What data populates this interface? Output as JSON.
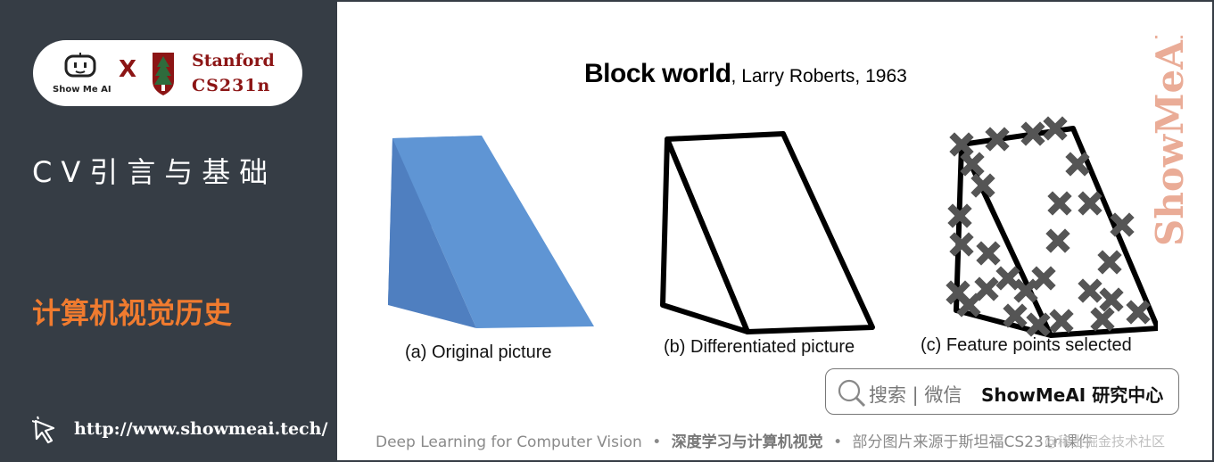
{
  "sidebar": {
    "brand_text": "Show Me AI",
    "times_sign": "X",
    "partner_line1": "Stanford",
    "partner_line2": "CS231n",
    "course_title": "CV引言与基础",
    "section_title": "计算机视觉历史",
    "url": "http://www.showmeai.tech/"
  },
  "slide": {
    "title_main": "Block world",
    "title_sub": ", Larry Roberts, 1963",
    "captions": [
      "(a) Original picture",
      "(b) Differentiated picture",
      "(c) Feature points selected"
    ],
    "watermark": "ShowMeAI",
    "search": {
      "text": "搜索 | 微信",
      "brand": "ShowMeAI 研究中心"
    },
    "footer": {
      "part1": "Deep Learning for Computer Vision",
      "sep": "•",
      "part2": "深度学习与计算机视觉",
      "part3": "部分图片来源于斯坦福CS231n课件"
    },
    "overlay_credit": "@稀土掘金技术社区"
  },
  "colors": {
    "sidebar_bg": "#363d45",
    "accent_orange": "#f07b2f",
    "stanford_red": "#8c1515",
    "wedge_blue": "#5f95d4"
  },
  "icons": [
    "robot-icon",
    "stanford-tree-icon",
    "cursor-click-icon",
    "search-icon"
  ]
}
